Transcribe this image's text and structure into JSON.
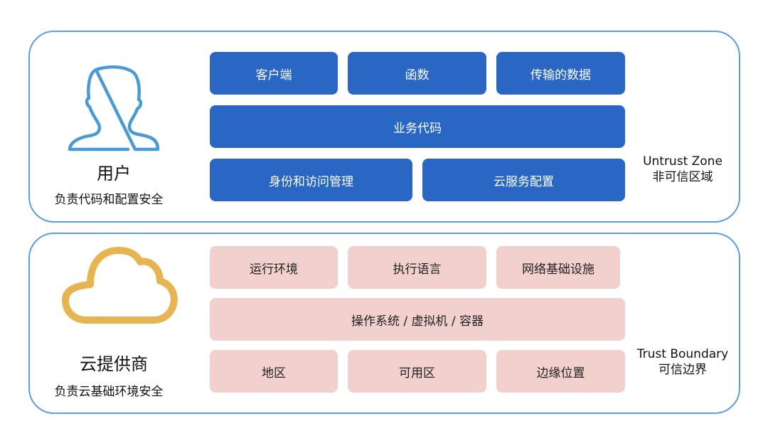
{
  "user_section": {
    "title": "用户",
    "subtitle": "负责代码和配置安全",
    "icon": "user-silhouette-icon",
    "boxes": [
      "客户端",
      "函数",
      "传输的数据",
      "业务代码",
      "身份和访问管理",
      "云服务配置"
    ],
    "zone_label_en": "Untrust Zone",
    "zone_label_zh": "非可信区域",
    "box_color": "#2a67c4"
  },
  "provider_section": {
    "title": "云提供商",
    "subtitle": "负责云基础环境安全",
    "icon": "cloud-icon",
    "boxes": [
      "运行环境",
      "执行语言",
      "网络基础设施",
      "操作系统 / 虚拟机 / 容器",
      "地区",
      "可用区",
      "边缘位置"
    ],
    "zone_label_en": "Trust Boundary",
    "zone_label_zh": "可信边界",
    "box_color": "#f1d0ce"
  }
}
